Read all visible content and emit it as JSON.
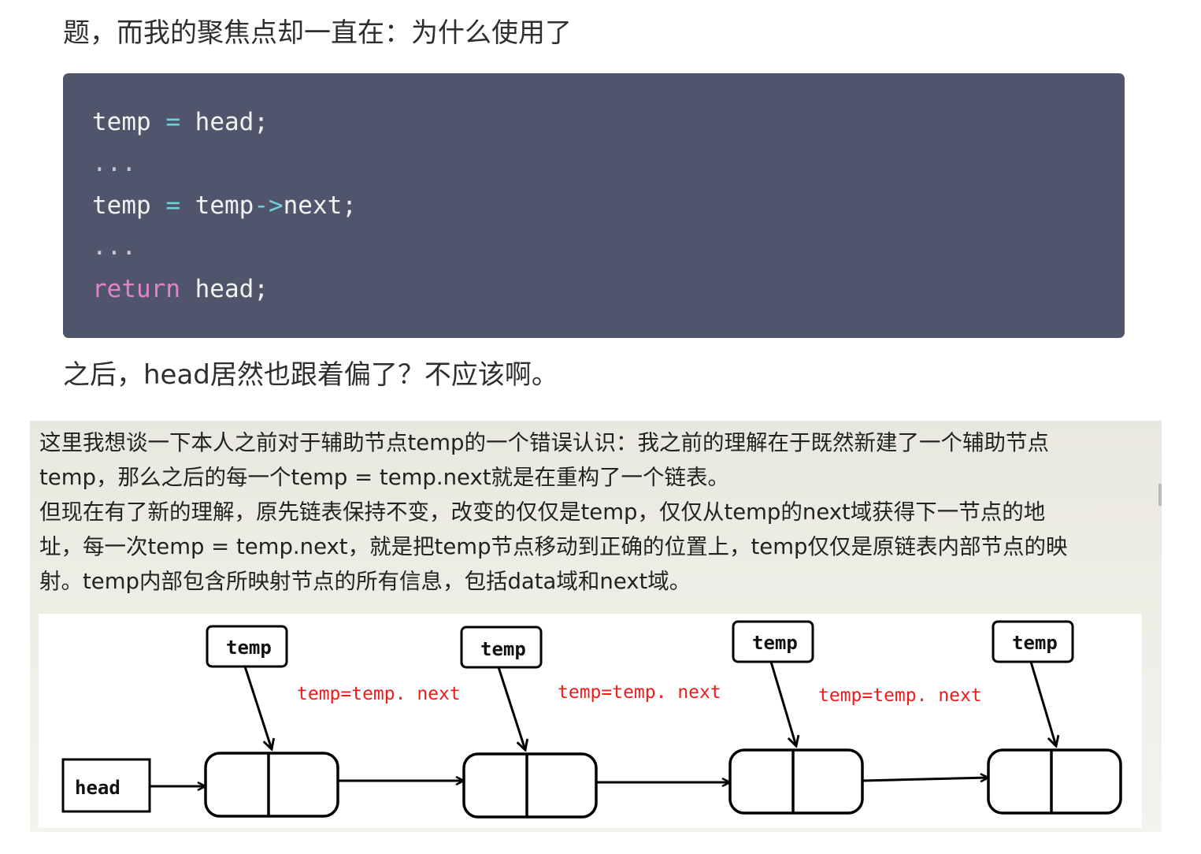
{
  "intro_text": "题，而我的聚焦点却一直在：为什么使用了",
  "code": {
    "line1": {
      "var": "temp",
      "op": " = ",
      "rest": "head;"
    },
    "line2": "...",
    "line3": {
      "var": "temp",
      "op1": " = ",
      "mid": "temp",
      "op2": "->",
      "rest": "next;"
    },
    "line4": "...",
    "line5": {
      "keyword": "return",
      "rest": " head;"
    }
  },
  "after_text": "之后，head居然也跟着偏了？不应该啊。",
  "note": {
    "lines": [
      "这里我想谈一下本人之前对于辅助节点temp的一个错误认识：我之前的理解在于既然新建了一个辅助节点",
      "temp，那么之后的每一个temp = temp.next就是在重构了一个链表。",
      "但现在有了新的理解，原先链表保持不变，改变的仅仅是temp，仅仅从temp的next域获得下一节点的地",
      "址，每一次temp = temp.next，就是把temp节点移动到正确的位置上，temp仅仅是原链表内部节点的映",
      "射。temp内部包含所映射节点的所有信息，包括data域和next域。"
    ]
  },
  "diagram": {
    "head_label": "head",
    "pointer_label": "temp",
    "pointer_labels": [
      "temp",
      "temp",
      "temp",
      "temp"
    ],
    "step_labels": [
      "temp=temp. next",
      "temp=temp. next",
      "temp=temp. next"
    ],
    "colors": {
      "step_text": "#ee1c1c",
      "stroke": "#000000"
    }
  }
}
